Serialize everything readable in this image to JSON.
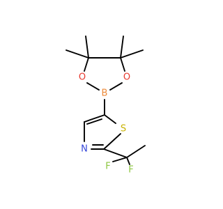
{
  "molecule": {
    "atoms": {
      "boron": {
        "label": "B",
        "color": "#ec8a3a"
      },
      "oxygen_left": {
        "label": "O",
        "color": "#e8392e"
      },
      "oxygen_right": {
        "label": "O",
        "color": "#e8392e"
      },
      "sulfur": {
        "label": "S",
        "color": "#c8b200"
      },
      "nitrogen": {
        "label": "N",
        "color": "#3446d8"
      },
      "fluorine_left": {
        "label": "F",
        "color": "#8cc63f"
      },
      "fluorine_right": {
        "label": "F",
        "color": "#8cc63f"
      }
    }
  }
}
